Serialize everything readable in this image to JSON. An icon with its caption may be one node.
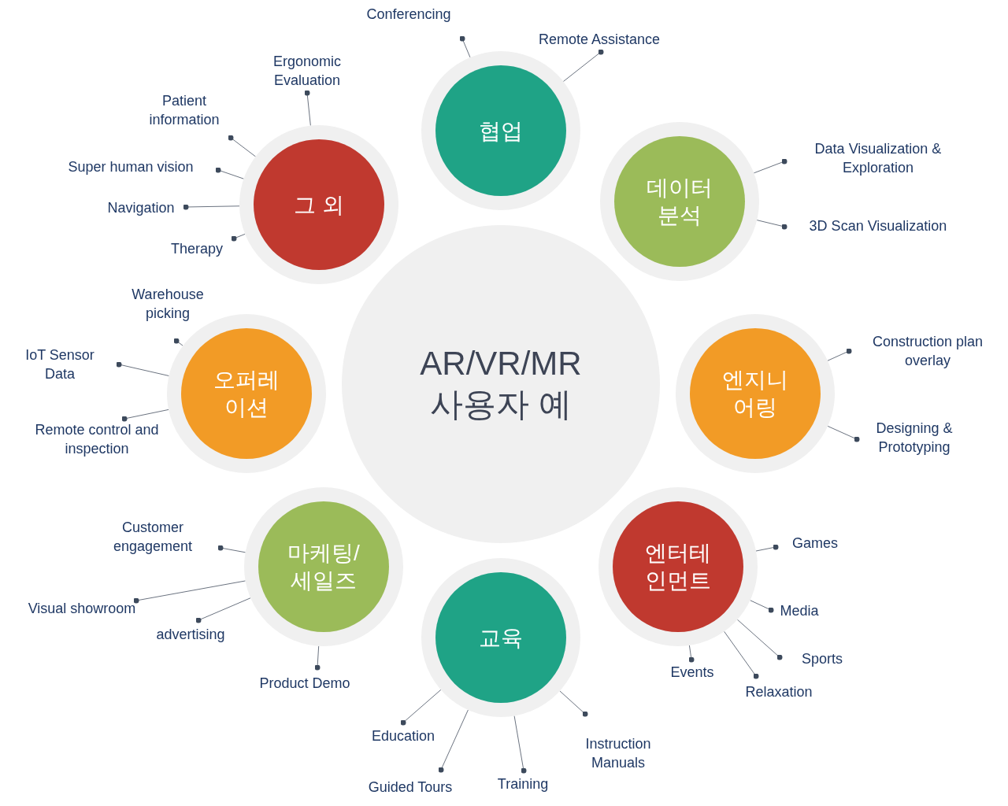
{
  "diagram": {
    "nodes": [
      {
        "text": [
          "AR/VR/MR 사용자 예"
        ]
      },
      {
        "text": [
          "협업"
        ]
      },
      {
        "text": [
          "데이터 분석"
        ]
      },
      {
        "text": [
          "엔지니어링"
        ]
      },
      {
        "text": [
          "엔터테인먼트"
        ]
      },
      {
        "text": [
          "교육"
        ]
      },
      {
        "text": [
          "마케팅/세일즈"
        ]
      },
      {
        "text": [
          "오퍼레이션"
        ]
      },
      {
        "text": [
          "그 외"
        ]
      },
      {
        "text": [
          "Conferencing"
        ]
      },
      {
        "text": [
          "Remote Assistance"
        ]
      },
      {
        "text": [
          "Data Visualization & Exploration"
        ]
      },
      {
        "text": [
          "3D Scan Visualization"
        ]
      },
      {
        "text": [
          "Construction plan overlay"
        ]
      },
      {
        "text": [
          "Designing & Prototyping"
        ]
      },
      {
        "text": [
          "Games"
        ]
      },
      {
        "text": [
          "Media"
        ]
      },
      {
        "text": [
          "Sports"
        ]
      },
      {
        "text": [
          "Relaxation"
        ]
      },
      {
        "text": [
          "Events"
        ]
      },
      {
        "text": [
          "Education"
        ]
      },
      {
        "text": [
          "Guided Tours"
        ]
      },
      {
        "text": [
          "Training"
        ]
      },
      {
        "text": [
          "Instruction Manuals"
        ]
      },
      {
        "text": [
          "Customer engagement"
        ]
      },
      {
        "text": [
          "Visual showroom"
        ]
      },
      {
        "text": [
          "advertising"
        ]
      },
      {
        "text": [
          "Product Demo"
        ]
      },
      {
        "text": [
          "Warehouse picking"
        ]
      },
      {
        "text": [
          "IoT Sensor Data"
        ]
      },
      {
        "text": [
          "Remote control and inspection"
        ]
      },
      {
        "text": [
          "Ergonomic Evaluation"
        ]
      },
      {
        "text": [
          "Patient information"
        ]
      },
      {
        "text": [
          "Super human vision"
        ]
      },
      {
        "text": [
          "Navigation"
        ]
      },
      {
        "text": [
          "Therapy"
        ]
      }
    ],
    "edges": [
      {
        "from": 1,
        "to": 9,
        "arrow": "other"
      },
      {
        "from": 1,
        "to": 10,
        "arrow": "other"
      },
      {
        "from": 2,
        "to": 11,
        "arrow": "other"
      },
      {
        "from": 2,
        "to": 12,
        "arrow": "other"
      },
      {
        "from": 3,
        "to": 13,
        "arrow": "other"
      },
      {
        "from": 3,
        "to": 14,
        "arrow": "other"
      },
      {
        "from": 4,
        "to": 15,
        "arrow": "other"
      },
      {
        "from": 4,
        "to": 16,
        "arrow": "other"
      },
      {
        "from": 4,
        "to": 17,
        "arrow": "other"
      },
      {
        "from": 4,
        "to": 18,
        "arrow": "other"
      },
      {
        "from": 4,
        "to": 19,
        "arrow": "other"
      },
      {
        "from": 5,
        "to": 20,
        "arrow": "other"
      },
      {
        "from": 5,
        "to": 21,
        "arrow": "other"
      },
      {
        "from": 5,
        "to": 22,
        "arrow": "other"
      },
      {
        "from": 5,
        "to": 23,
        "arrow": "other"
      },
      {
        "from": 6,
        "to": 24,
        "arrow": "other"
      },
      {
        "from": 6,
        "to": 25,
        "arrow": "other"
      },
      {
        "from": 6,
        "to": 26,
        "arrow": "other"
      },
      {
        "from": 6,
        "to": 27,
        "arrow": "other"
      },
      {
        "from": 7,
        "to": 28,
        "arrow": "other"
      },
      {
        "from": 7,
        "to": 29,
        "arrow": "other"
      },
      {
        "from": 7,
        "to": 30,
        "arrow": "other"
      },
      {
        "from": 8,
        "to": 31,
        "arrow": "other"
      },
      {
        "from": 8,
        "to": 32,
        "arrow": "other"
      },
      {
        "from": 8,
        "to": 33,
        "arrow": "other"
      },
      {
        "from": 8,
        "to": 34,
        "arrow": "other"
      },
      {
        "from": 8,
        "to": 35,
        "arrow": "other"
      }
    ]
  }
}
